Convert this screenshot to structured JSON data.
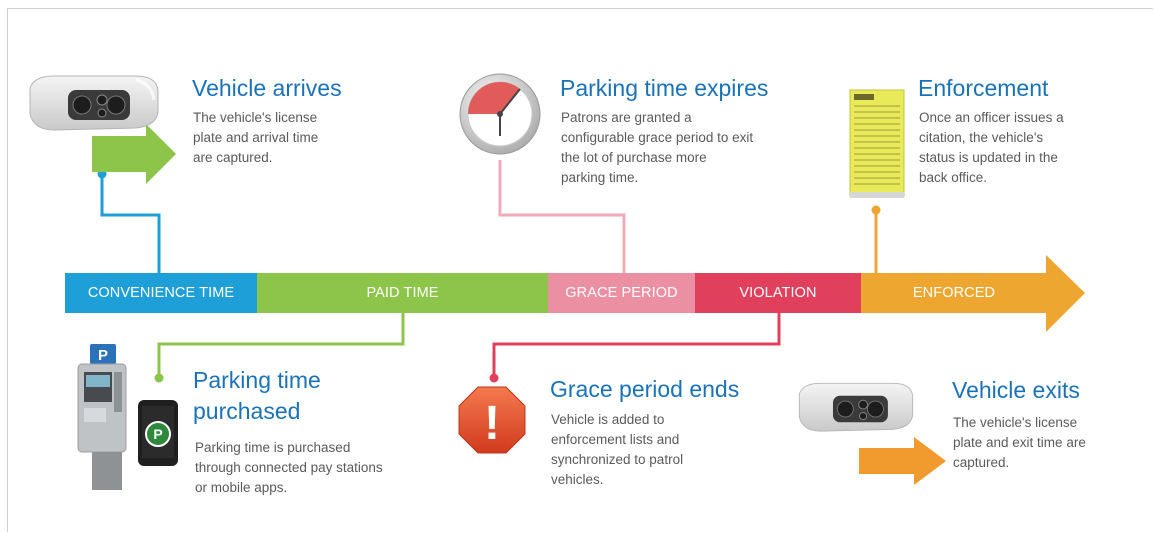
{
  "colors": {
    "convenience": "#1e9fd8",
    "paid": "#8cc54a",
    "grace": "#eb8fa2",
    "violation": "#e0405c",
    "enforced": "#eda731",
    "title": "#1a72b8",
    "text": "#5a5a5a"
  },
  "timeline": {
    "segments": [
      {
        "label": "CONVENIENCE TIME"
      },
      {
        "label": "PAID TIME"
      },
      {
        "label": "GRACE PERIOD"
      },
      {
        "label": "VIOLATION"
      },
      {
        "label": "ENFORCED"
      }
    ]
  },
  "events": {
    "vehicle_arrives": {
      "title": "Vehicle arrives",
      "desc": [
        "The vehicle's license",
        "plate and arrival time",
        "are captured."
      ],
      "icon": "camera-icon"
    },
    "parking_expires": {
      "title": "Parking time expires",
      "desc": [
        "Patrons are granted a",
        "configurable grace period to exit",
        "the lot of purchase more",
        "parking time."
      ],
      "icon": "clock-icon"
    },
    "enforcement": {
      "title": "Enforcement",
      "desc": [
        "Once an officer issues a",
        "citation, the vehicle's",
        "status is updated in the",
        "back office."
      ],
      "icon": "citation-ticket-icon"
    },
    "parking_purchased": {
      "title_lines": [
        "Parking time",
        "purchased"
      ],
      "desc": [
        "Parking time is purchased",
        "through connected pay stations",
        "or mobile apps."
      ],
      "icon": "pay-station-icon",
      "sign": "P"
    },
    "grace_ends": {
      "title": "Grace period ends",
      "desc": [
        "Vehicle is added to",
        "enforcement lists and",
        "synchronized to patrol",
        "vehicles."
      ],
      "icon": "warning-icon",
      "symbol": "!"
    },
    "vehicle_exits": {
      "title": "Vehicle exits",
      "desc": [
        "The vehicle's license",
        "plate and exit time are",
        "captured."
      ],
      "icon": "camera-icon"
    }
  }
}
